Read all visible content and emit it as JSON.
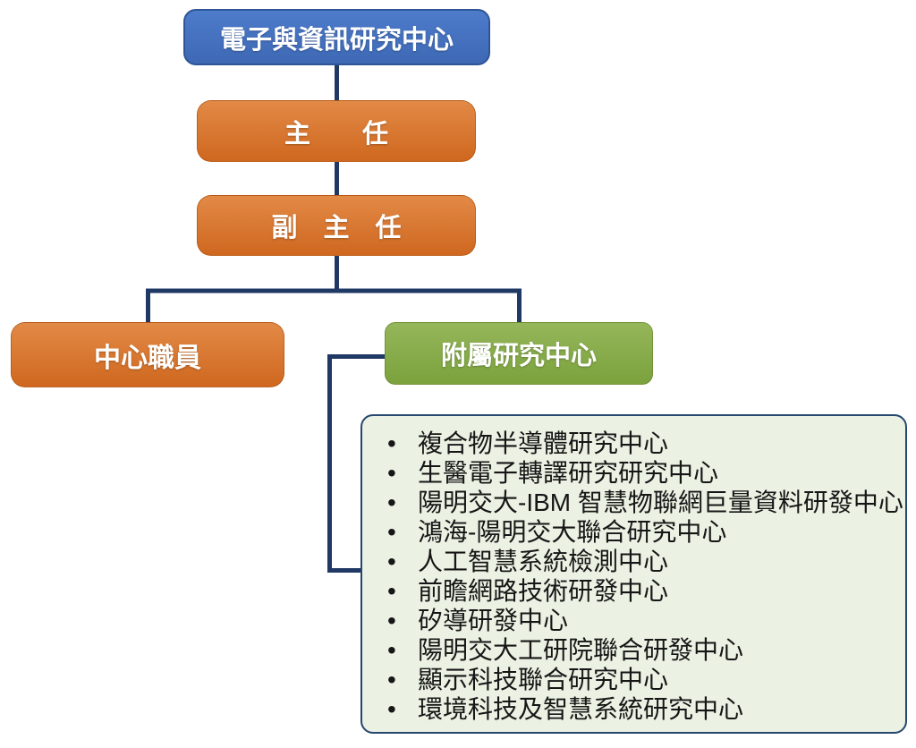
{
  "org": {
    "root": "電子與資訊研究中心",
    "director": "主　　任",
    "deputy": "副　主　任",
    "staff": "中心職員",
    "affiliated": "附屬研究中心"
  },
  "affiliated_centers": [
    "複合物半導體研究中心",
    "生醫電子轉譯研究研究中心",
    "陽明交大-IBM 智慧物聯網巨量資料研發中心",
    "鴻海-陽明交大聯合研究中心",
    "人工智慧系統檢測中心",
    "前瞻網路技術研發中心",
    "矽導研發中心",
    "陽明交大工研院聯合研發中心",
    "顯示科技聯合研究中心",
    "環境科技及智慧系統研究中心"
  ],
  "colors": {
    "root_fill": "#4472C4",
    "root_border": "#2F5597",
    "orange_fill": "#D9772F",
    "green_fill": "#87AC4B",
    "connector": "#1F3864",
    "list_bg": "#EBF1E3",
    "list_border": "#26476F",
    "node_text": "#FFFFFF",
    "list_text": "#161616"
  }
}
